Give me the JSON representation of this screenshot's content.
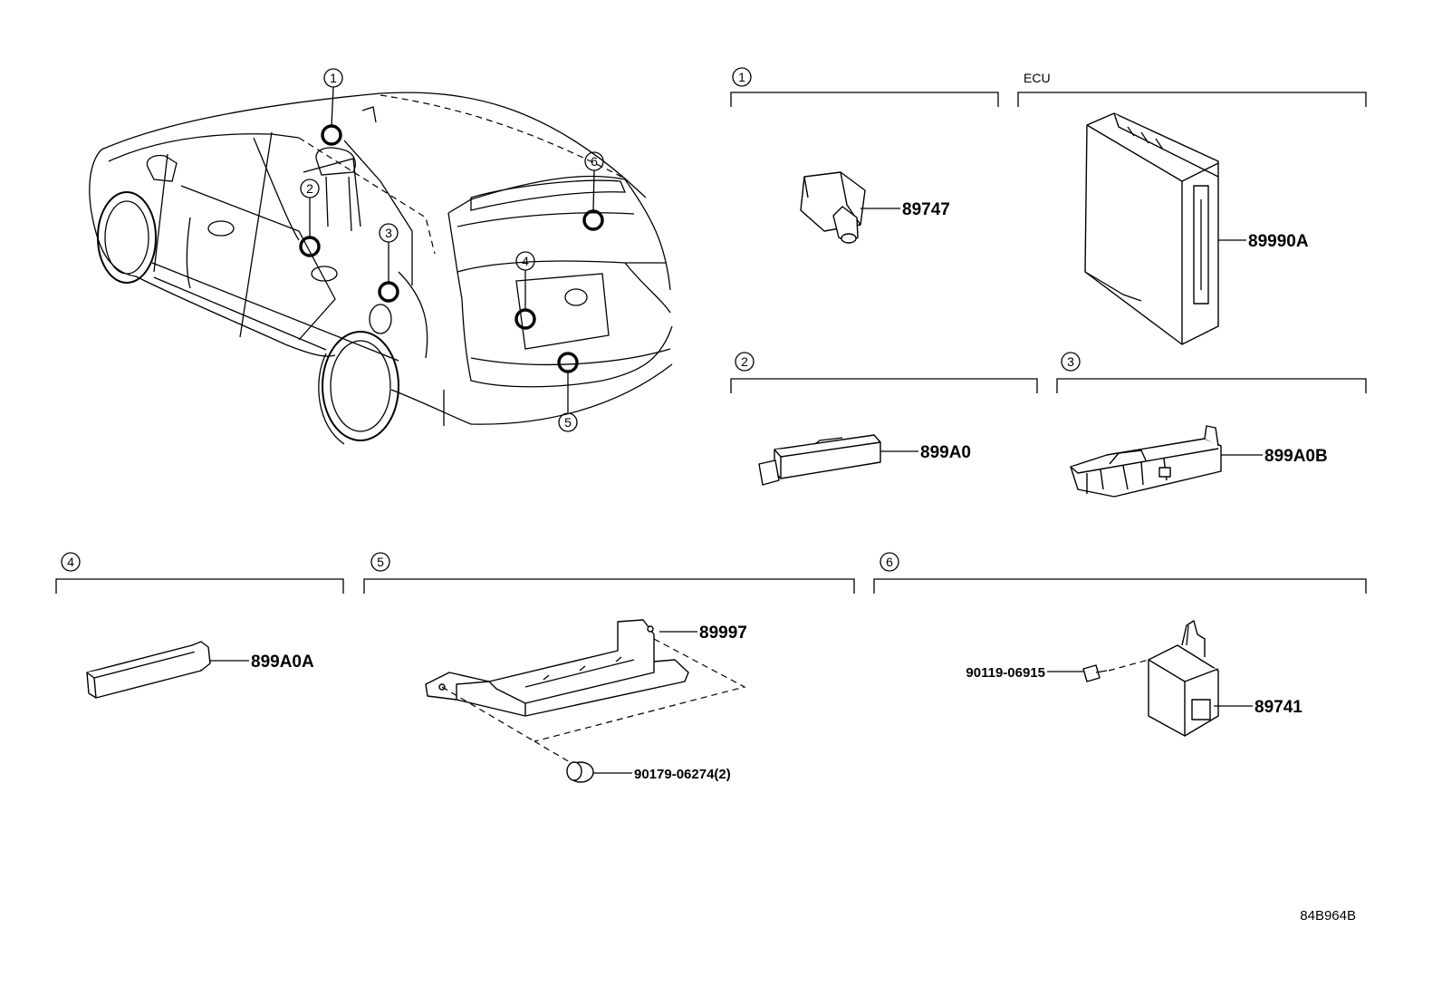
{
  "car_callouts": [
    "1",
    "2",
    "3",
    "4",
    "5",
    "6"
  ],
  "sections": [
    {
      "num": "1",
      "parts": [
        "89747"
      ]
    },
    {
      "label": "ECU",
      "parts": [
        "89990A"
      ]
    },
    {
      "num": "2",
      "parts": [
        "899A0"
      ]
    },
    {
      "num": "3",
      "parts": [
        "899A0B"
      ]
    },
    {
      "num": "4",
      "parts": [
        "899A0A"
      ]
    },
    {
      "num": "5",
      "parts": [
        "89997",
        "90179-06274(2)"
      ]
    },
    {
      "num": "6",
      "parts": [
        "90119-06915",
        "89741"
      ]
    }
  ],
  "diagram_code": "84B964B"
}
